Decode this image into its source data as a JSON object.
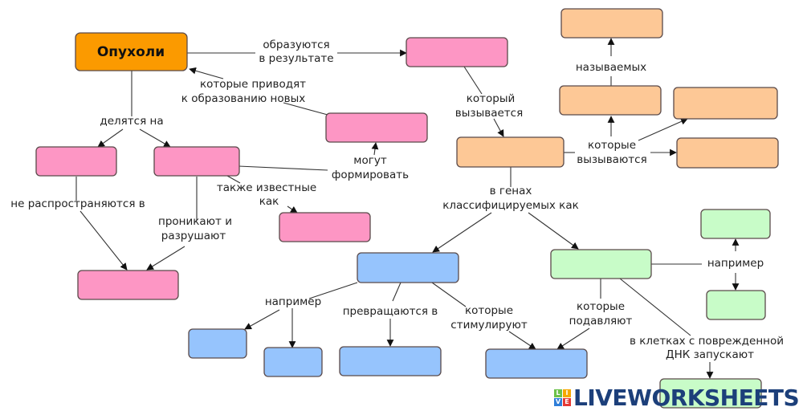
{
  "title": "Опухоли",
  "colors": {
    "main": "#fb9a00",
    "pink": "#fd96c4",
    "peach": "#fdc896",
    "blue": "#96c4fd",
    "green": "#c8fcc8"
  },
  "labels": {
    "form_result": [
      "образуются",
      "в результате"
    ],
    "lead_new": [
      "которые приводят",
      "к образованию новых"
    ],
    "divided": "делятся на",
    "caused_by": [
      "который",
      "вызывается"
    ],
    "called": "называемых",
    "caused": [
      "которые",
      "вызываются"
    ],
    "can_form": [
      "могут",
      "формировать"
    ],
    "not_spread": "не распространяются в",
    "also_known": [
      "также известные",
      "как"
    ],
    "penetrate": [
      "проникают и",
      "разрушают"
    ],
    "in_genes": [
      "в генах",
      "классифицируемых как"
    ],
    "for_example_green": "например",
    "for_example_blue": "например",
    "turn_into": "превращаются в",
    "stimulate": [
      "которые",
      "стимулируют"
    ],
    "suppress": [
      "которые",
      "подавляют"
    ],
    "damaged_dna": [
      "в клетках с поврежденной",
      "ДНК запускают"
    ]
  },
  "answer_boxes": [
    {
      "id": "cause",
      "color": "pink"
    },
    {
      "id": "metastasis",
      "color": "pink"
    },
    {
      "id": "benign",
      "color": "pink"
    },
    {
      "id": "malignant",
      "color": "pink"
    },
    {
      "id": "cancer",
      "color": "pink"
    },
    {
      "id": "tissues",
      "color": "pink"
    },
    {
      "id": "mutation",
      "color": "peach"
    },
    {
      "id": "carcinogens",
      "color": "peach"
    },
    {
      "id": "mutagens",
      "color": "peach"
    },
    {
      "id": "agent1",
      "color": "peach"
    },
    {
      "id": "agent2",
      "color": "peach"
    },
    {
      "id": "proto-oncogenes",
      "color": "blue"
    },
    {
      "id": "example1",
      "color": "blue"
    },
    {
      "id": "example2",
      "color": "blue"
    },
    {
      "id": "oncogenes",
      "color": "blue"
    },
    {
      "id": "cell-division",
      "color": "blue"
    },
    {
      "id": "suppressors",
      "color": "green"
    },
    {
      "id": "example3",
      "color": "green"
    },
    {
      "id": "example4",
      "color": "green"
    },
    {
      "id": "apoptosis",
      "color": "green"
    }
  ],
  "watermark": {
    "grid": [
      "L",
      "I",
      "V",
      "E"
    ],
    "text": "LIVEWORKSHEETS"
  }
}
